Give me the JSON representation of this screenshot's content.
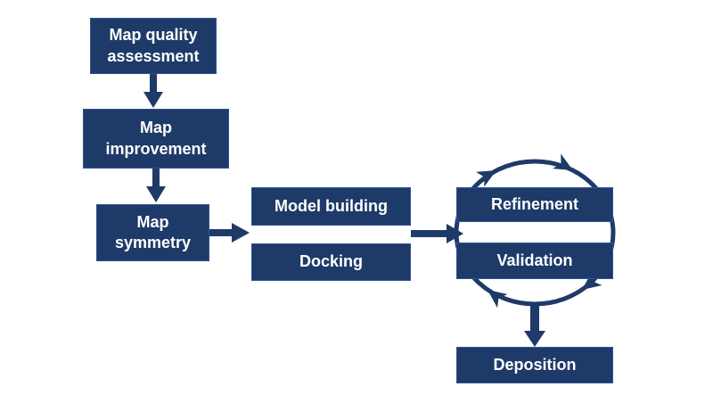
{
  "diagram": {
    "colors": {
      "box_fill": "#1e3a68",
      "box_border": "#2e5395",
      "arrow": "#1e3a68",
      "text": "#ffffff",
      "background": "#ffffff"
    },
    "nodes": [
      {
        "id": "map-quality-assessment",
        "label": "Map quality\nassessment"
      },
      {
        "id": "map-improvement",
        "label": "Map\nimprovement"
      },
      {
        "id": "map-symmetry",
        "label": "Map\nsymmetry"
      },
      {
        "id": "model-building",
        "label": "Model building"
      },
      {
        "id": "docking",
        "label": "Docking"
      },
      {
        "id": "refinement",
        "label": "Refinement"
      },
      {
        "id": "validation",
        "label": "Validation"
      },
      {
        "id": "deposition",
        "label": "Deposition"
      }
    ],
    "edges": [
      {
        "from": "map-quality-assessment",
        "to": "map-improvement",
        "style": "straight-arrow"
      },
      {
        "from": "map-improvement",
        "to": "map-symmetry",
        "style": "straight-arrow"
      },
      {
        "from": "map-symmetry",
        "to": "model-building / docking",
        "style": "straight-arrow"
      },
      {
        "from": "model-building / docking",
        "to": "refinement / validation",
        "style": "straight-arrow"
      },
      {
        "between": [
          "refinement",
          "validation"
        ],
        "style": "circular-cycle",
        "direction": "clockwise",
        "arrowheads": 4
      },
      {
        "from": "refinement / validation cycle",
        "to": "deposition",
        "style": "straight-arrow"
      }
    ]
  }
}
